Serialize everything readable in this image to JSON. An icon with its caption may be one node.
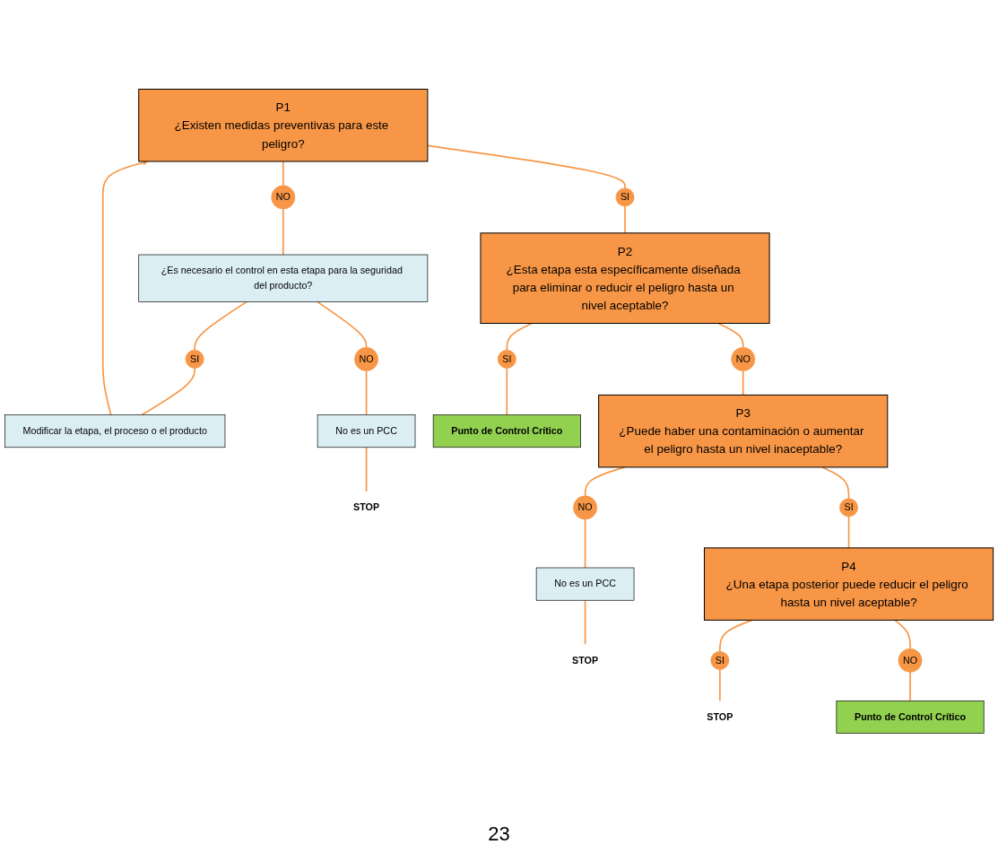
{
  "diagram": {
    "nodes": [
      {
        "text": [
          "P1",
          "¿Existen medidas preventivas para este peligro?"
        ]
      },
      {
        "text": [
          "SI"
        ]
      },
      {
        "text": [
          "NO"
        ]
      },
      {
        "text": [
          "¿Es necesario el control en esta etapa para la seguridad del producto?"
        ]
      },
      {
        "text": [
          "SI"
        ]
      },
      {
        "text": [
          "Modificar la etapa, el proceso o el producto"
        ]
      },
      {
        "text": [
          "NO"
        ]
      },
      {
        "text": [
          "No es un PCC"
        ]
      },
      {
        "text": [
          "STOP"
        ]
      },
      {
        "text": [
          "P2",
          "¿Esta etapa esta específicamente diseñada para eliminar o reducir el peligro hasta un nivel aceptable?"
        ]
      },
      {
        "text": [
          "NO"
        ]
      },
      {
        "text": [
          "SI"
        ]
      },
      {
        "text": [
          "Punto de Control Crítico"
        ]
      },
      {
        "text": [
          "P3",
          "¿Puede haber una contaminación o aumentar el peligro hasta un nivel inaceptable?"
        ]
      },
      {
        "text": [
          "SI"
        ]
      },
      {
        "text": [
          "NO"
        ]
      },
      {
        "text": [
          "No es un PCC"
        ]
      },
      {
        "text": [
          "STOP"
        ]
      },
      {
        "text": [
          "P4",
          "¿Una etapa posterior puede reducir el peligro hasta un nivel aceptable?"
        ]
      },
      {
        "text": [
          "SI"
        ]
      },
      {
        "text": [
          "NO"
        ]
      },
      {
        "text": [
          "Punto de Control Crítico"
        ]
      },
      {
        "text": [
          "STOP"
        ]
      }
    ],
    "edges": [
      {
        "from": 0,
        "to": 1,
        "arrow": "none"
      },
      {
        "from": 1,
        "to": 9,
        "arrow": "none"
      },
      {
        "from": 0,
        "to": 2,
        "arrow": "none"
      },
      {
        "from": 2,
        "to": 3,
        "arrow": "none"
      },
      {
        "from": 3,
        "to": 4,
        "arrow": "none"
      },
      {
        "from": 4,
        "to": 5,
        "arrow": "none"
      },
      {
        "from": 5,
        "to": 0,
        "arrow": "to"
      },
      {
        "from": 3,
        "to": 6,
        "arrow": "none"
      },
      {
        "from": 6,
        "to": 7,
        "arrow": "none"
      },
      {
        "from": 7,
        "to": 8,
        "arrow": "none"
      },
      {
        "from": 9,
        "to": 10,
        "arrow": "none"
      },
      {
        "from": 10,
        "to": 13,
        "arrow": "none"
      },
      {
        "from": 9,
        "to": 11,
        "arrow": "none"
      },
      {
        "from": 11,
        "to": 12,
        "arrow": "none"
      },
      {
        "from": 13,
        "to": 14,
        "arrow": "none"
      },
      {
        "from": 14,
        "to": 18,
        "arrow": "none"
      },
      {
        "from": 13,
        "to": 15,
        "arrow": "none"
      },
      {
        "from": 15,
        "to": 16,
        "arrow": "none"
      },
      {
        "from": 16,
        "to": 17,
        "arrow": "none"
      },
      {
        "from": 18,
        "to": 19,
        "arrow": "none"
      },
      {
        "from": 19,
        "to": 22,
        "arrow": "none"
      },
      {
        "from": 18,
        "to": 20,
        "arrow": "none"
      },
      {
        "from": 20,
        "to": 21,
        "arrow": "none"
      }
    ],
    "labels": [
      "23"
    ]
  }
}
